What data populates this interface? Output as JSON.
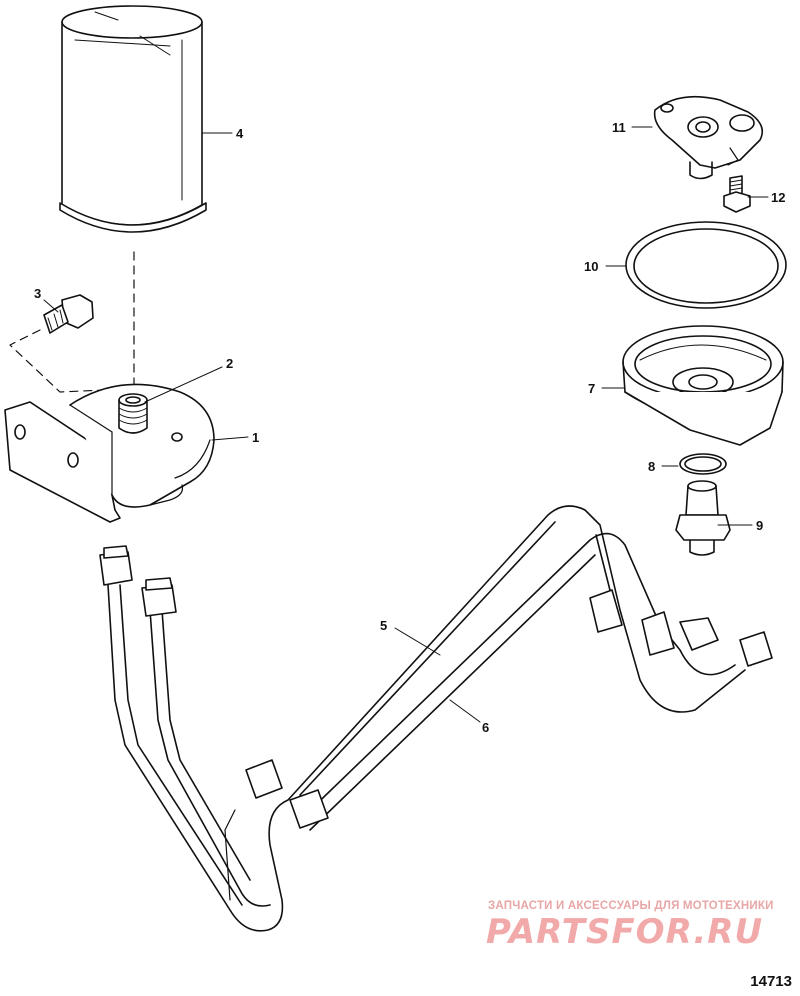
{
  "callouts": {
    "c1": "1",
    "c2": "2",
    "c3": "3",
    "c4": "4",
    "c5": "5",
    "c6": "6",
    "c7": "7",
    "c8": "8",
    "c9": "9",
    "c10": "10",
    "c11": "11",
    "c12": "12"
  },
  "figure_number": "14713",
  "watermark": {
    "tagline": "ЗАПЧАСТИ И АКСЕССУАРЫ ДЛЯ МОТОТЕХНИКИ",
    "logo": "PARTSFOR.RU"
  },
  "colors": {
    "line": "#111111",
    "watermark": "#f2a9a9"
  }
}
